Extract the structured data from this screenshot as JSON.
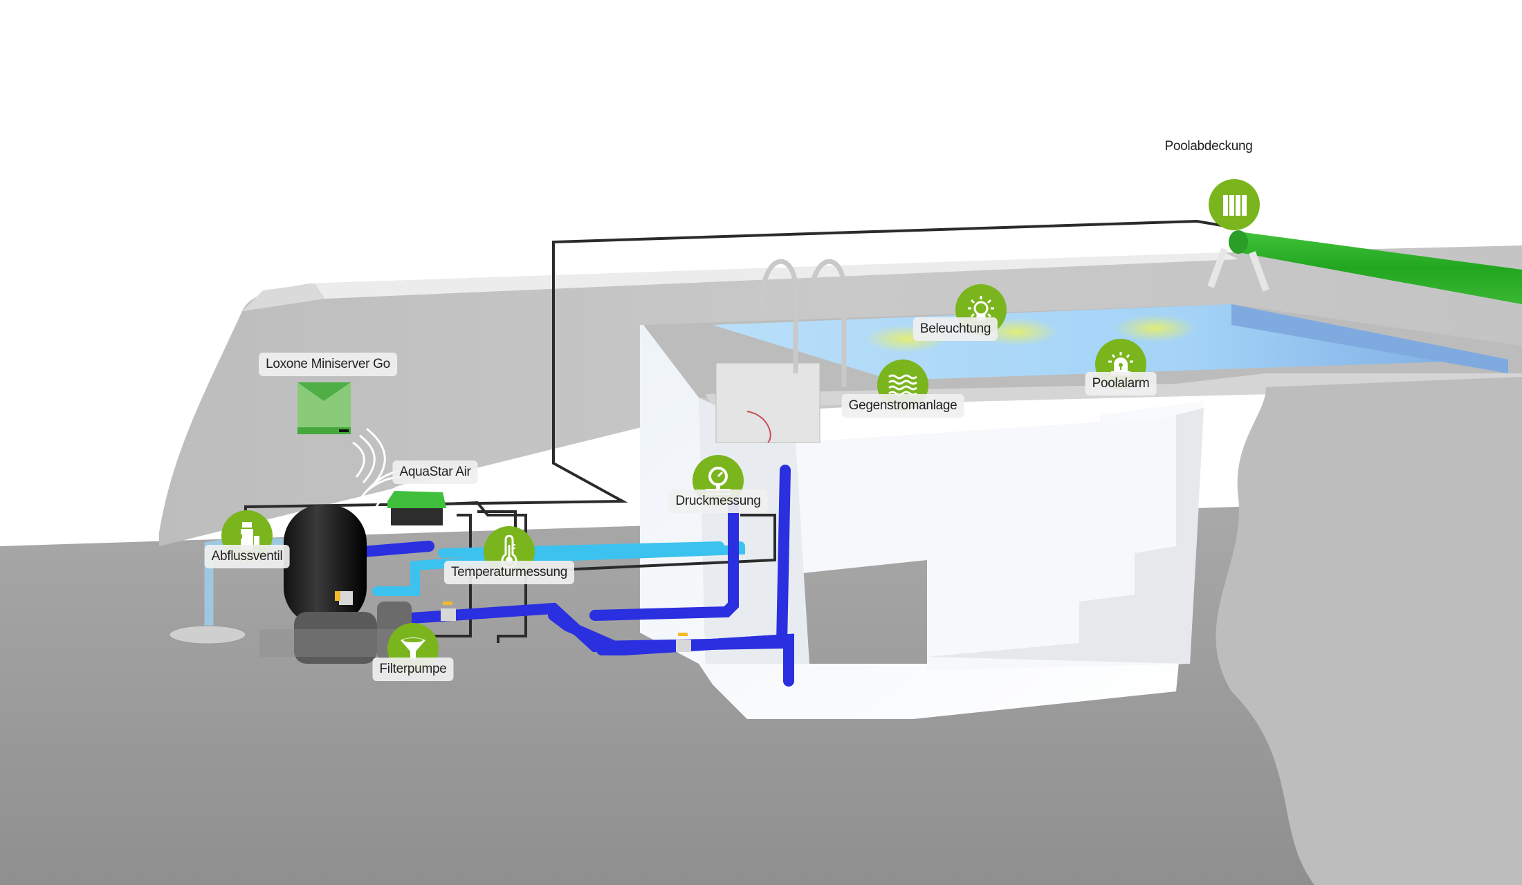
{
  "diagram": {
    "title": "Loxone Pool Automation Overview",
    "colors": {
      "icon_green": "#7ab51d",
      "device_green": "#3cb035",
      "cover_green": "#2db52a",
      "pipe_blue": "#2a2fe0",
      "pipe_light_blue": "#3cc2ef",
      "wire": "#2b2b2b",
      "water": "#a9d6f8",
      "ground": "#a6a6a6"
    },
    "components": [
      {
        "id": "miniserver",
        "label": "Loxone Miniserver Go",
        "icon": "miniserver-device"
      },
      {
        "id": "aquastar",
        "label": "AquaStar Air",
        "icon": "valve-actuator-device"
      },
      {
        "id": "abflussventil",
        "label": "Abflussventil",
        "icon": "drain-valve-icon"
      },
      {
        "id": "temperatur",
        "label": "Temperaturmessung",
        "icon": "thermometer-icon"
      },
      {
        "id": "filterpumpe",
        "label": "Filterpumpe",
        "icon": "funnel-icon"
      },
      {
        "id": "druckmessung",
        "label": "Druckmessung",
        "icon": "pressure-gauge-icon"
      },
      {
        "id": "gegenstrom",
        "label": "Gegenstromanlage",
        "icon": "waves-icon"
      },
      {
        "id": "beleuchtung",
        "label": "Beleuchtung",
        "icon": "lightbulb-icon"
      },
      {
        "id": "poolalarm",
        "label": "Poolalarm",
        "icon": "siren-icon"
      },
      {
        "id": "poolabdeckung",
        "label": "Poolabdeckung",
        "icon": "pool-cover-icon"
      }
    ]
  }
}
